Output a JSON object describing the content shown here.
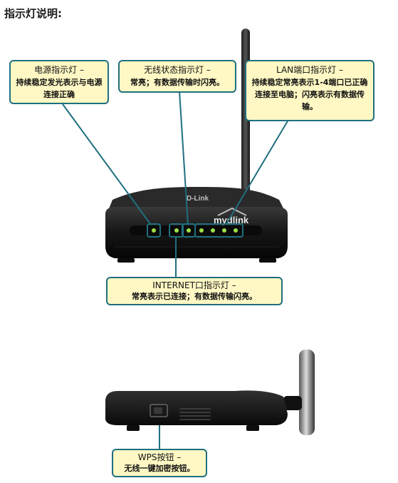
{
  "heading": "指示灯说明:",
  "callouts": {
    "power": {
      "title": "电源指示灯 –",
      "body": "持续稳定发光表示与电源连接正确"
    },
    "wireless": {
      "title": "无线状态指示灯 –",
      "body": "常亮；有数据传输时闪亮。"
    },
    "lan": {
      "title": "LAN端口指示灯 –",
      "body": "持续稳定常亮表示1-4端口已正确连接至电脑；闪亮表示有数据传输。"
    },
    "internet": {
      "title": "INTERNET口指示灯 –",
      "body": "常亮表示已连接；有数据传输闪亮。"
    },
    "wps": {
      "title": "WPS按钮 –",
      "body": "无线一键加密按钮。"
    }
  },
  "router": {
    "brand": "D-Link",
    "logo": "mydlink"
  },
  "colors": {
    "callout_bg": "#fff8c4",
    "callout_border": "#1f6f7f",
    "led": "#9be04a"
  }
}
